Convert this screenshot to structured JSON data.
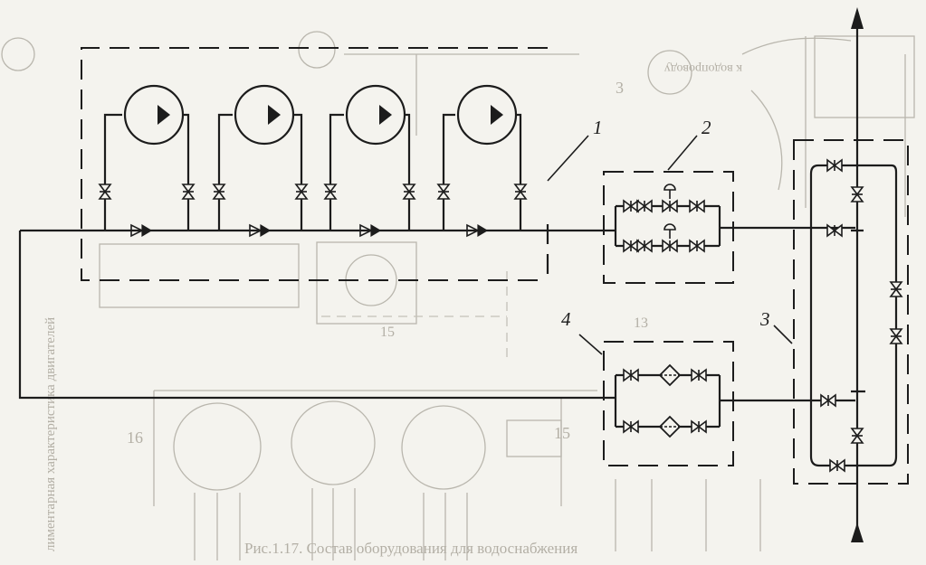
{
  "labels": {
    "l1": "1",
    "l2": "2",
    "l3": "3",
    "l4": "4"
  },
  "ghost": {
    "caption": "Рис.1.17. Состав оборудования для водоснабжения",
    "side_text": "лиментарная характеристика двигателей",
    "n16": "16",
    "n15a": "15",
    "n15b": "15",
    "n13": "13",
    "n3": "3",
    "top_text": "к водопроводу"
  },
  "icons": {
    "valve": "gate-valve-icon",
    "check": "check-valve-icon",
    "pump": "pump-icon",
    "filter": "filter-icon",
    "arrow": "flow-arrow-icon"
  },
  "colors": {
    "ink": "#1c1c1c",
    "paper": "#f4f3ee",
    "ghost": "#b9b6ad"
  }
}
